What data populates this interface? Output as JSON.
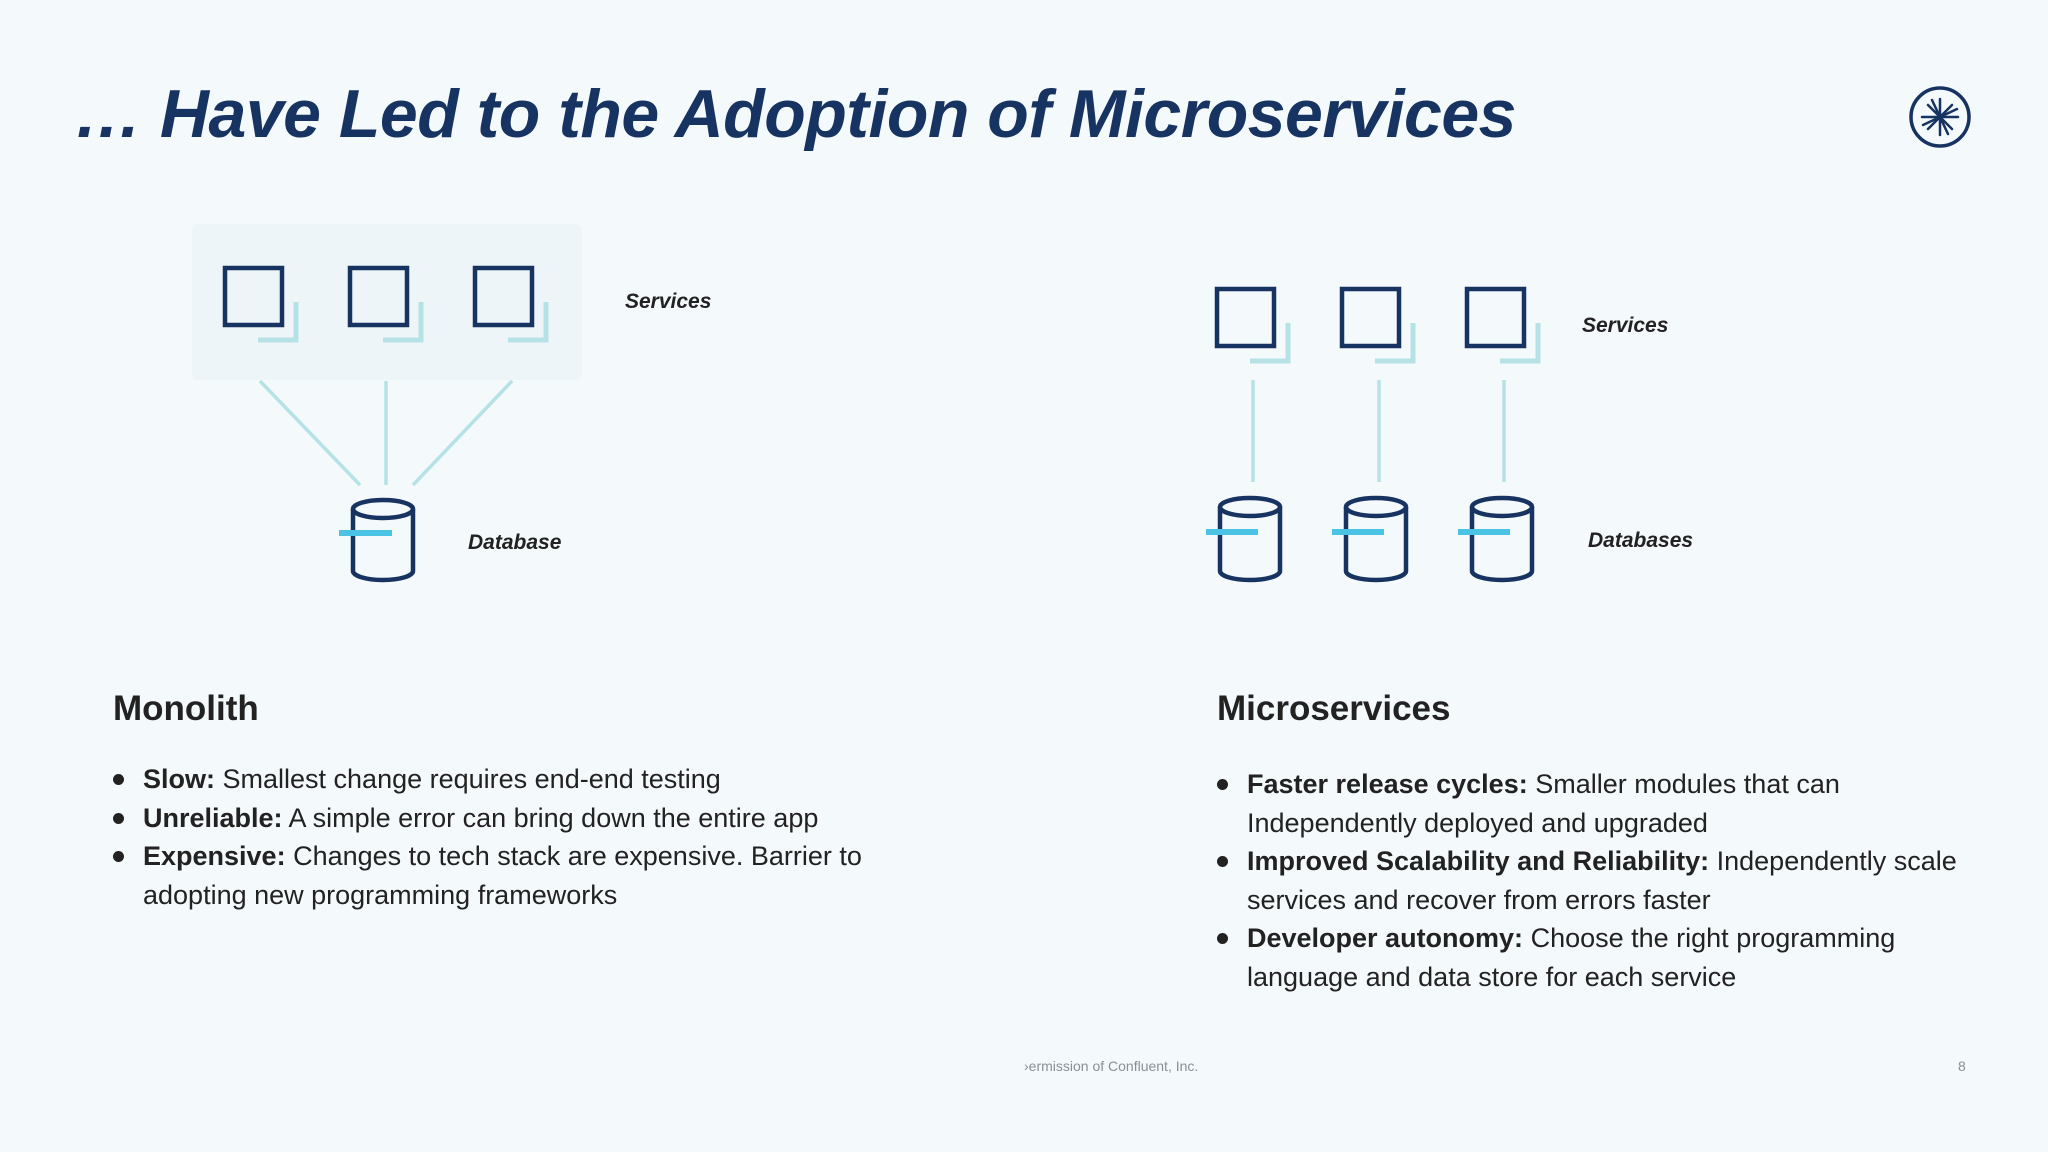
{
  "title": "… Have Led to the Adoption of Microservices",
  "logo_icon": "confluent-asterisk-icon",
  "colors": {
    "title": "#173361",
    "icon_stroke": "#173361",
    "accent_light": "#b6e2e6",
    "accent_cyan": "#4bc3e5",
    "background": "#f4f9fc"
  },
  "monolith": {
    "diagram": {
      "services_label": "Services",
      "database_label": "Database"
    },
    "heading": "Monolith",
    "bullets": [
      {
        "lead": "Slow:",
        "text": " Smallest change requires end-end testing"
      },
      {
        "lead": "Unreliable:",
        "text": " A simple error can bring down the entire app"
      },
      {
        "lead": "Expensive:",
        "text": " Changes to tech stack are expensive. Barrier to adopting new programming frameworks"
      }
    ]
  },
  "microservices": {
    "diagram": {
      "services_label": "Services",
      "databases_label": "Databases"
    },
    "heading": "Microservices",
    "bullets": [
      {
        "lead": "Faster release cycles:",
        "text": " Smaller modules that can Independently deployed and upgraded"
      },
      {
        "lead": "Improved Scalability and Reliability:",
        "text": " Independently scale services and recover from errors faster"
      },
      {
        "lead": "Developer autonomy:",
        "text": " Choose the right programming language and data store for each service"
      }
    ]
  },
  "footer": {
    "note": "›ermission of Confluent, Inc.",
    "page_number": "8"
  }
}
